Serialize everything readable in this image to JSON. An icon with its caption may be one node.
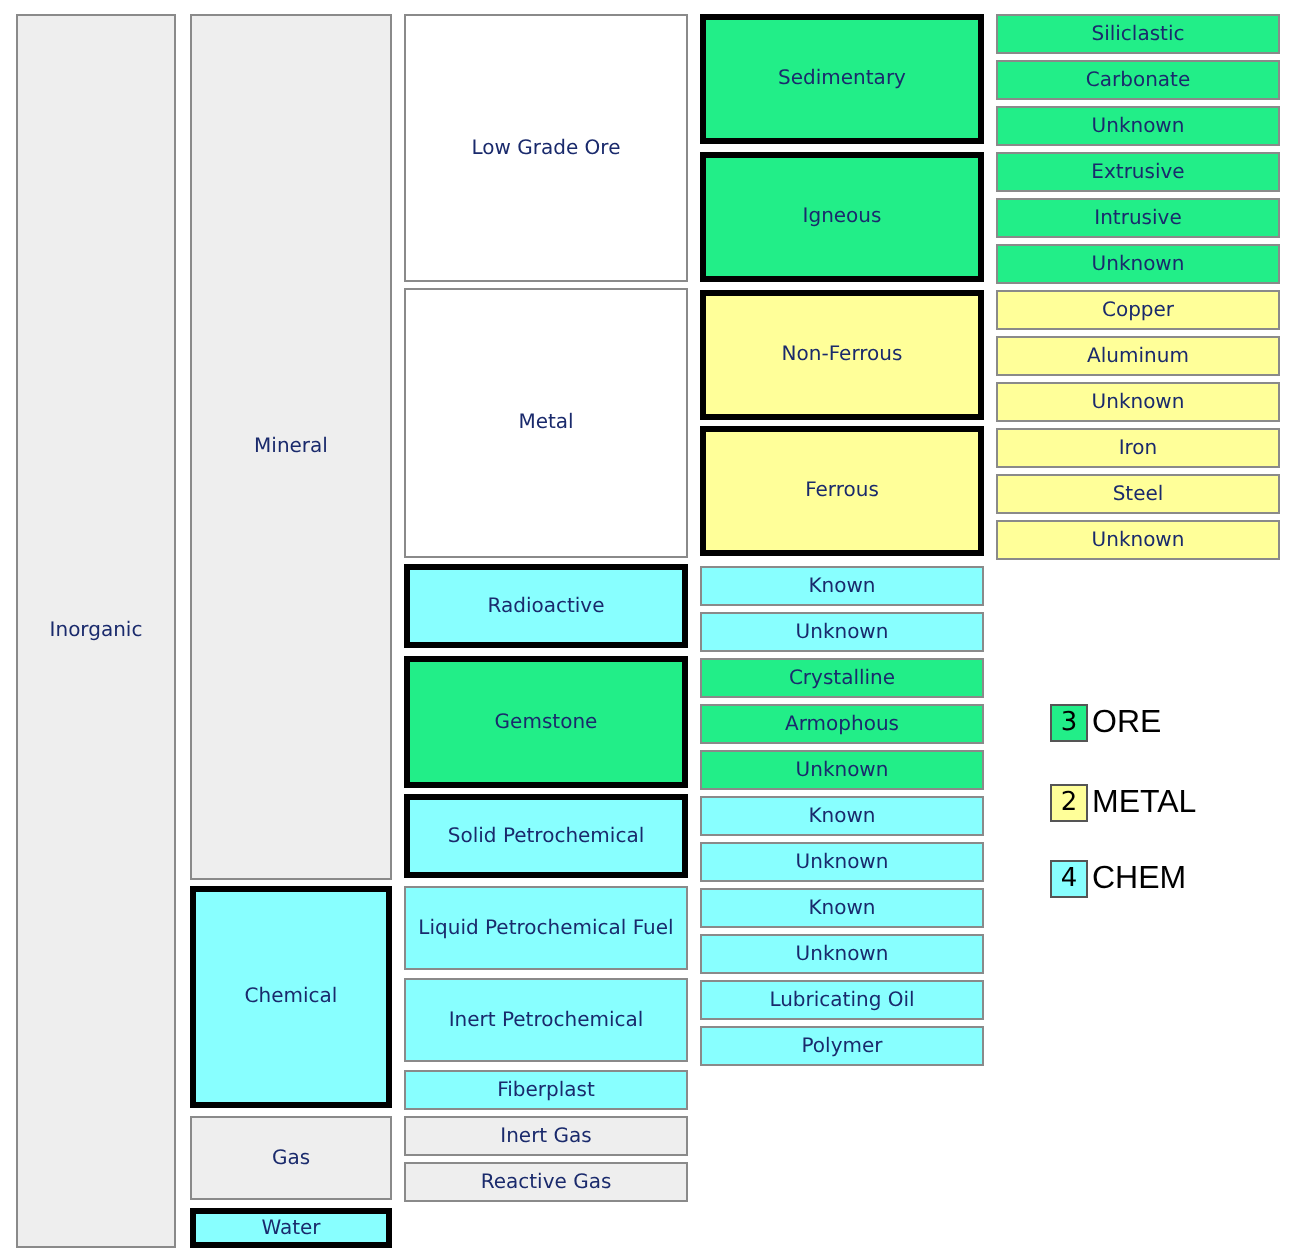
{
  "diagram": {
    "nodes": [
      {
        "text": [
          "Inorganic"
        ]
      },
      {
        "text": [
          "Mineral"
        ]
      },
      {
        "text": [
          "Low Grade Ore"
        ]
      },
      {
        "text": [
          "Sedimentary"
        ]
      },
      {
        "text": [
          "Siliclastic"
        ]
      },
      {
        "text": [
          "Carbonate"
        ]
      },
      {
        "text": [
          "Unknown"
        ]
      },
      {
        "text": [
          "Igneous"
        ]
      },
      {
        "text": [
          "Extrusive"
        ]
      },
      {
        "text": [
          "Intrusive"
        ]
      },
      {
        "text": [
          "Unknown"
        ]
      },
      {
        "text": [
          "Metal"
        ]
      },
      {
        "text": [
          "Non-Ferrous"
        ]
      },
      {
        "text": [
          "Copper"
        ]
      },
      {
        "text": [
          "Aluminum"
        ]
      },
      {
        "text": [
          "Unknown"
        ]
      },
      {
        "text": [
          "Ferrous"
        ]
      },
      {
        "text": [
          "Iron"
        ]
      },
      {
        "text": [
          "Steel"
        ]
      },
      {
        "text": [
          "Unknown"
        ]
      },
      {
        "text": [
          "Radioactive"
        ]
      },
      {
        "text": [
          "Known"
        ]
      },
      {
        "text": [
          "Unknown"
        ]
      },
      {
        "text": [
          "Gemstone"
        ]
      },
      {
        "text": [
          "Crystalline"
        ]
      },
      {
        "text": [
          "Armophous"
        ]
      },
      {
        "text": [
          "Unknown"
        ]
      },
      {
        "text": [
          "Solid Petrochemical"
        ]
      },
      {
        "text": [
          "Known"
        ]
      },
      {
        "text": [
          "Unknown"
        ]
      },
      {
        "text": [
          "Chemical"
        ]
      },
      {
        "text": [
          "Liquid Petrochemical Fuel"
        ]
      },
      {
        "text": [
          "Known"
        ]
      },
      {
        "text": [
          "Unknown"
        ]
      },
      {
        "text": [
          "Inert Petrochemical"
        ]
      },
      {
        "text": [
          "Lubricating Oil"
        ]
      },
      {
        "text": [
          "Polymer"
        ]
      },
      {
        "text": [
          "Fiberplast"
        ]
      },
      {
        "text": [
          "Gas"
        ]
      },
      {
        "text": [
          "Inert Gas"
        ]
      },
      {
        "text": [
          "Reactive Gas"
        ]
      },
      {
        "text": [
          "Water"
        ]
      }
    ],
    "labels": [
      "3",
      "2",
      "4"
    ],
    "legend": [
      {
        "text": "ORE",
        "color": "#22ee88"
      },
      {
        "text": "METAL",
        "color": "#ffff99"
      },
      {
        "text": "CHEM",
        "color": "#88ffff"
      }
    ]
  }
}
